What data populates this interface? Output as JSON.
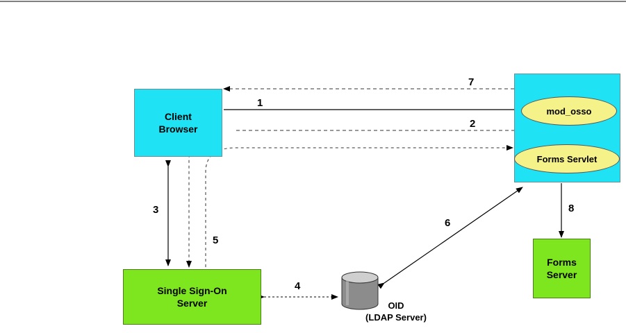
{
  "nodes": {
    "client_browser": "Client\nBrowser",
    "mod_osso": "mod_osso",
    "forms_servlet": "Forms Servlet",
    "sso_server": "Single Sign-On\nServer",
    "forms_server": "Forms\nServer",
    "oid": "OID\n(LDAP Server)"
  },
  "steps": [
    "1",
    "2",
    "3",
    "4",
    "5",
    "6",
    "7",
    "8"
  ],
  "colors": {
    "cyan": "#1fe3f4",
    "green": "#7ee61e",
    "ellipse": "#f6f28a"
  }
}
